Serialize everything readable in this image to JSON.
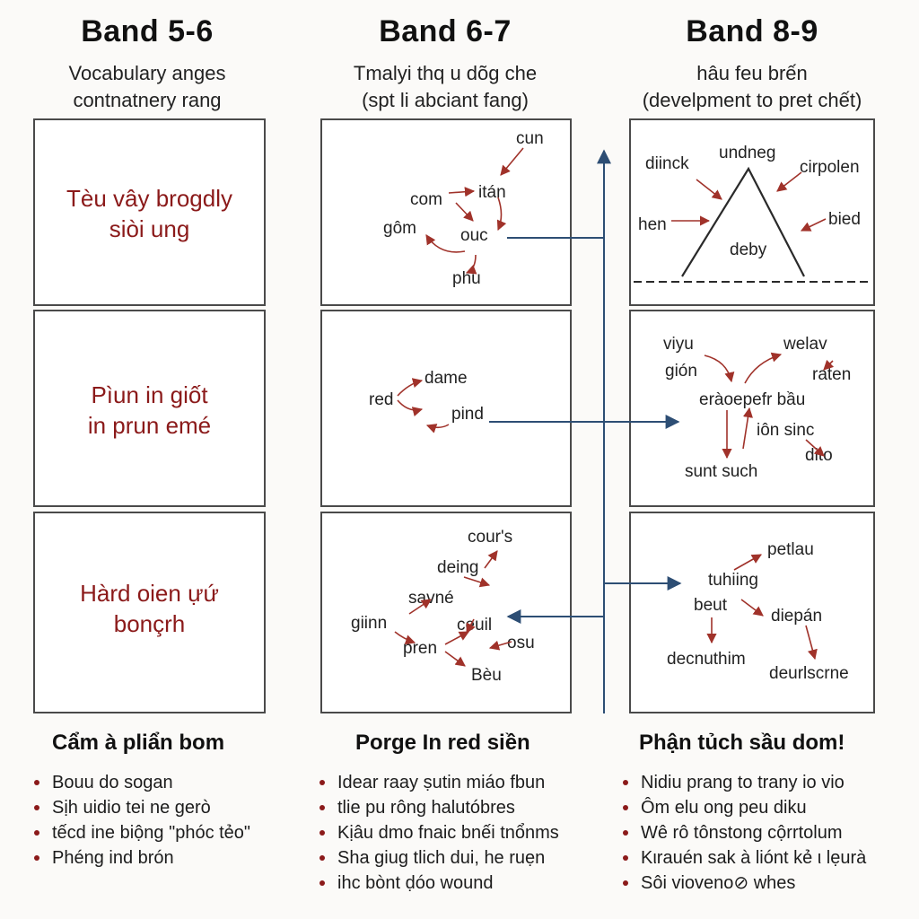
{
  "columns": [
    {
      "title": "Band 5-6",
      "sub1": "Vocabulary anges",
      "sub2": "contnatnery rang"
    },
    {
      "title": "Band 6-7",
      "sub1": "Tmalyi thq u dõg che",
      "sub2": "(spt li abciant fang)"
    },
    {
      "title": "Band 8-9",
      "sub1": "hâu feu brến",
      "sub2": "(develpment to pret chết)"
    }
  ],
  "band56_boxes": [
    {
      "line1": "Tèu vây brogdly",
      "line2": "siòi ung"
    },
    {
      "line1": "Pìun in giốt",
      "line2": "in prun emé"
    },
    {
      "line1": "Hàrd oien ựứ",
      "line2": "bonçrh"
    }
  ],
  "band67_box1": {
    "cun": "cun",
    "com": "com",
    "itan": "itán",
    "gom": "gôm",
    "ouc": "ouc",
    "phu": "phu"
  },
  "band67_box2": {
    "dame": "dame",
    "red": "red",
    "pind": "pind"
  },
  "band67_box3": {
    "cours": "cour's",
    "deing": "deing",
    "savne": "savné",
    "ginn": "giinn",
    "ceuil": "ceuil",
    "osu": "osu",
    "pren": "pren",
    "beu": "Bèu"
  },
  "band89_box1": {
    "dinck": "diinck",
    "undneg": "undneg",
    "cirpolen": "cirpolen",
    "hen": "hen",
    "bied": "bied",
    "deby": "deby"
  },
  "band89_box2": {
    "viyu": "viyu",
    "welav": "welav",
    "gion": "gión",
    "raten": "raten",
    "center": "eràoepefr bầu",
    "ionsinc": "iôn sinc",
    "sunt": "sunt such",
    "dito": "dito"
  },
  "band89_box3": {
    "petlau": "petlau",
    "tuhiing": "tuhiing",
    "beut": "beut",
    "diepan": "diepán",
    "decnuthim": "decnuthim",
    "deurlscrne": "deurlscrne"
  },
  "bottom": [
    {
      "title": "Cẩm à pliẩn bom",
      "items": [
        "Bouu do sogan",
        "Sịh uidio tei ne gerò",
        "tếcd ine biộng \"phóc tẻo\"",
        "Phéng ind brón"
      ]
    },
    {
      "title": "Porge In red siền",
      "items": [
        "Idear raay ṣutin miáo fbun",
        "tlie pu rông halutóbres",
        "Kịâu dmo fnaic bnếi tnổnms",
        "Sha giug tlich dui, he ruẹn",
        "ihc bònt ḍóo wound"
      ]
    },
    {
      "title": "Phận tủch sầu dom!",
      "items": [
        "Nidiu prang to trany io vio",
        "Ôm elu ong peu diku",
        "Wê rô tônstong cộrrtolum",
        "Kιrauén sak à liónt kẻ ι lẹurà",
        "Sôi vioveno⊘ whes"
      ]
    }
  ],
  "colors": {
    "box_text": "#8b1a1a",
    "arrow": "#a0322a",
    "connector": "#2d4e74",
    "border": "#4a4a4a"
  }
}
